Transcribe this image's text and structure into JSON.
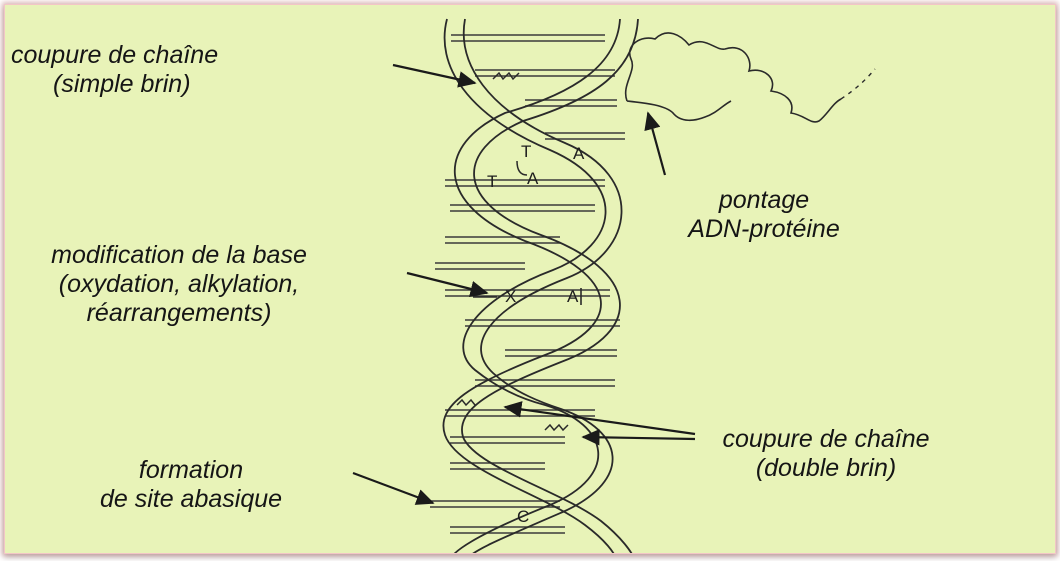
{
  "labels": {
    "single_strand": {
      "line1": "coupure de chaîne",
      "line2": "(simple brin)"
    },
    "crosslink": {
      "line1": "pontage",
      "line2": "ADN-protéine"
    },
    "base_mod": {
      "line1": "modification de la base",
      "line2": "(oxydation, alkylation,",
      "line3": "réarrangements)"
    },
    "double_strand": {
      "line1": "coupure de chaîne",
      "line2": "(double brin)"
    },
    "abasic": {
      "line1": "formation",
      "line2": "de site abasique"
    }
  },
  "bases": {
    "t1": "T",
    "a1": "A",
    "t2": "T",
    "a2": "A",
    "x": "X",
    "a3": "A",
    "c": "C"
  },
  "colors": {
    "background": "#e8f3b8",
    "ink": "#2a2a2a",
    "frame_glow": "#c88080"
  }
}
